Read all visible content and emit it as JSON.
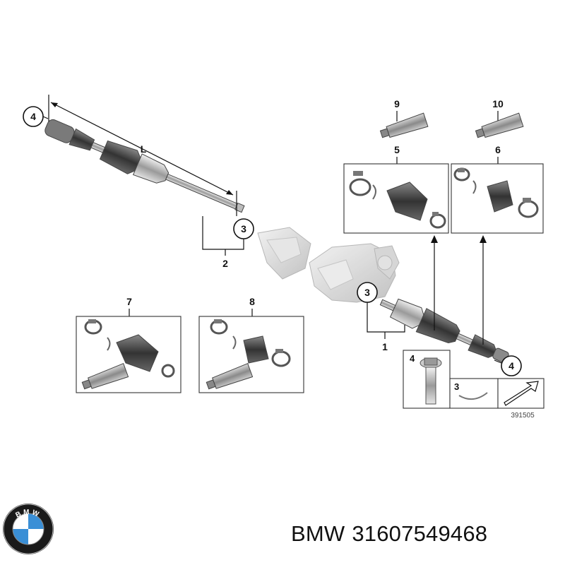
{
  "callouts": {
    "c1": "1",
    "c2": "2",
    "c3a": "3",
    "c3b": "3",
    "c3c": "3",
    "c4a": "4",
    "c4b": "4",
    "c4c": "4",
    "c5": "5",
    "c6": "6",
    "c7": "7",
    "c8": "8",
    "c9": "9",
    "c10": "10",
    "dim": "L"
  },
  "reference_number": "391505",
  "logo_text": "BMW",
  "caption": {
    "brand": "BMW",
    "part_number": "31607549468"
  },
  "colors": {
    "line": "#111111",
    "part_dark": "#4a4a4a",
    "part_light": "#d9d9d9",
    "logo_blue": "#3a8fd6"
  }
}
